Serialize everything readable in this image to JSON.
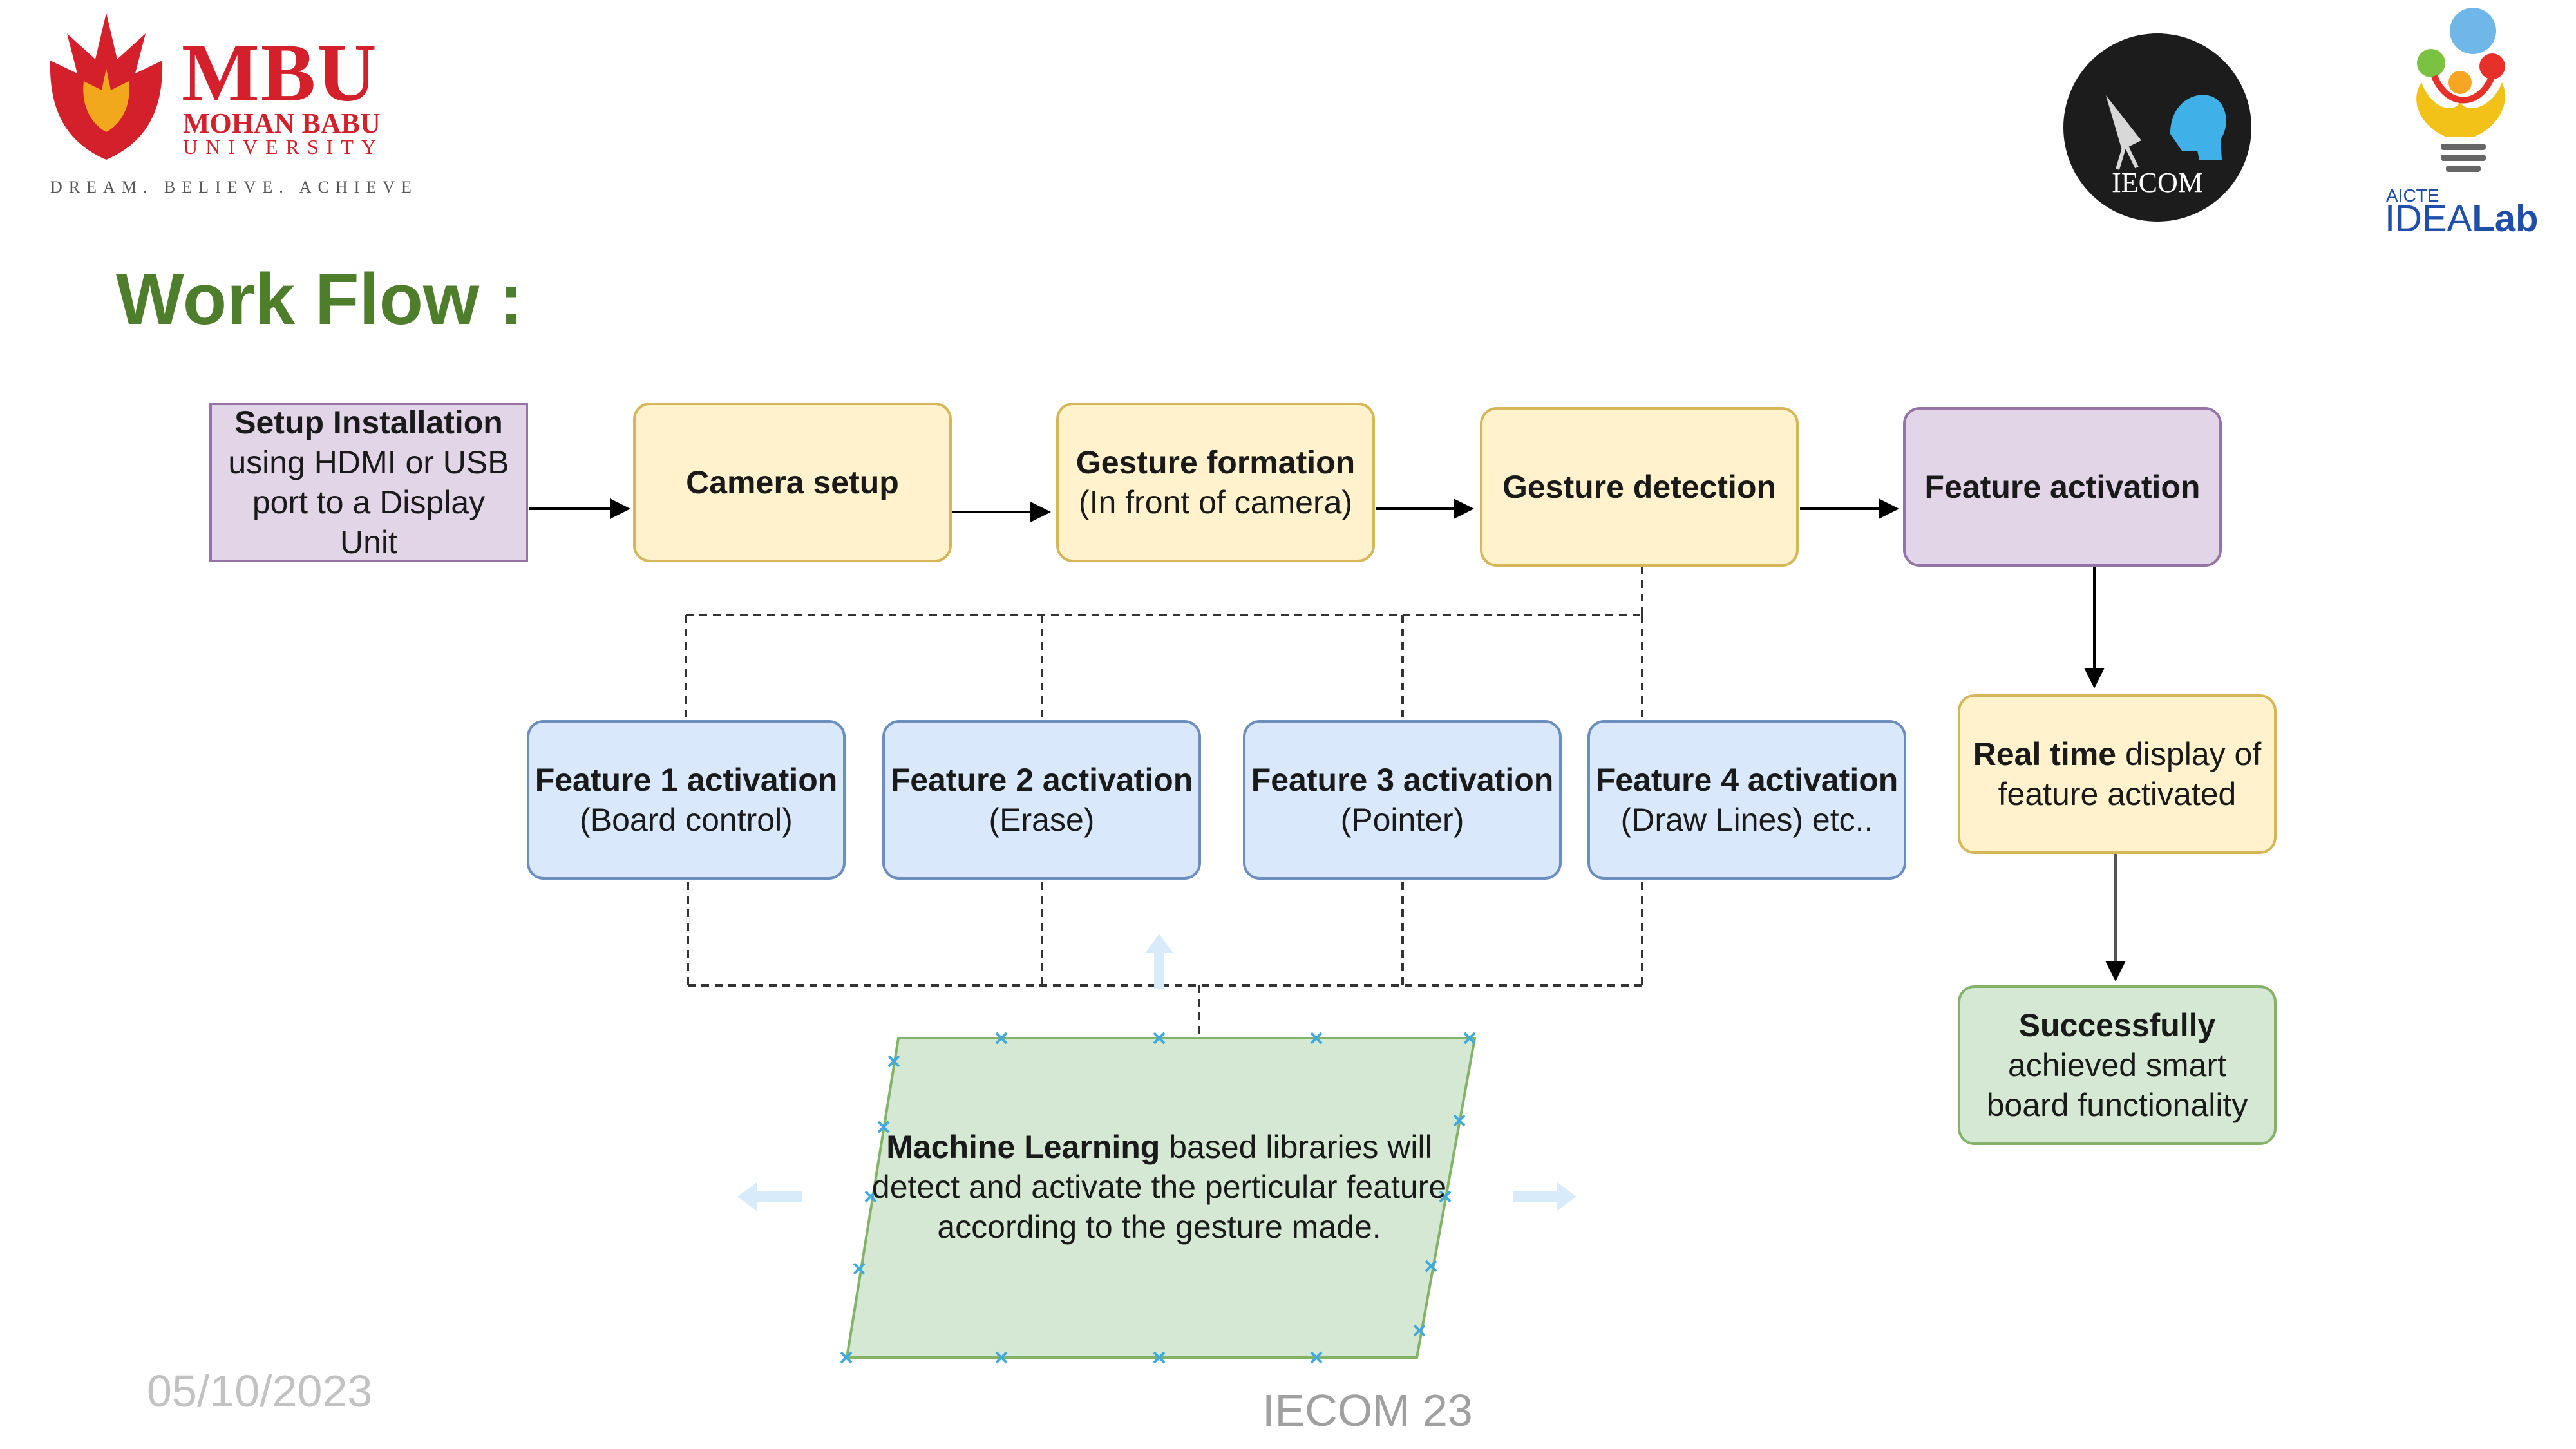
{
  "header": {
    "university_name": "MBU",
    "university_line1": "MOHAN BABU",
    "university_line2": "UNIVERSITY",
    "university_tagline": "DREAM. BELIEVE. ACHIEVE",
    "iecom_logo_text": "IECOM",
    "aicte_small": "AICTE",
    "aicte_idea": "IDEA",
    "aicte_lab": "Lab"
  },
  "slide": {
    "title": "Work Flow :"
  },
  "flow": {
    "setup": {
      "bold": "Setup Installation",
      "rest": "using HDMI or USB port to a Display Unit"
    },
    "camera": {
      "bold": "Camera setup"
    },
    "gesture_formation": {
      "bold": "Gesture formation",
      "rest": "(In front of camera)"
    },
    "gesture_detection": {
      "bold": "Gesture detection"
    },
    "feature_activation": {
      "bold": "Feature activation"
    },
    "features": [
      {
        "bold": "Feature 1 activation",
        "rest": "(Board control)"
      },
      {
        "bold": "Feature 2 activation",
        "rest": "(Erase)"
      },
      {
        "bold": "Feature 3 activation",
        "rest": "(Pointer)"
      },
      {
        "bold": "Feature 4 activation",
        "rest": "(Draw Lines) etc.."
      }
    ],
    "realtime": {
      "bold": "Real time",
      "rest1": "display of",
      "rest2": "feature activated"
    },
    "success": {
      "bold": "Successfully",
      "rest": "achieved smart board functionality"
    },
    "ml": {
      "bold": "Machine Learning",
      "rest1": "based libraries will",
      "rest2": "detect and activate the perticular feature according to the gesture made."
    }
  },
  "footer": {
    "date": "05/10/2023",
    "center": "IECOM 23"
  },
  "colors": {
    "title": "#4e7d2b",
    "brand": "#d4202a",
    "yellow": "#fff2cc",
    "purple": "#e1d5e7",
    "blue": "#dae8fc",
    "green": "#d5e8d4"
  }
}
